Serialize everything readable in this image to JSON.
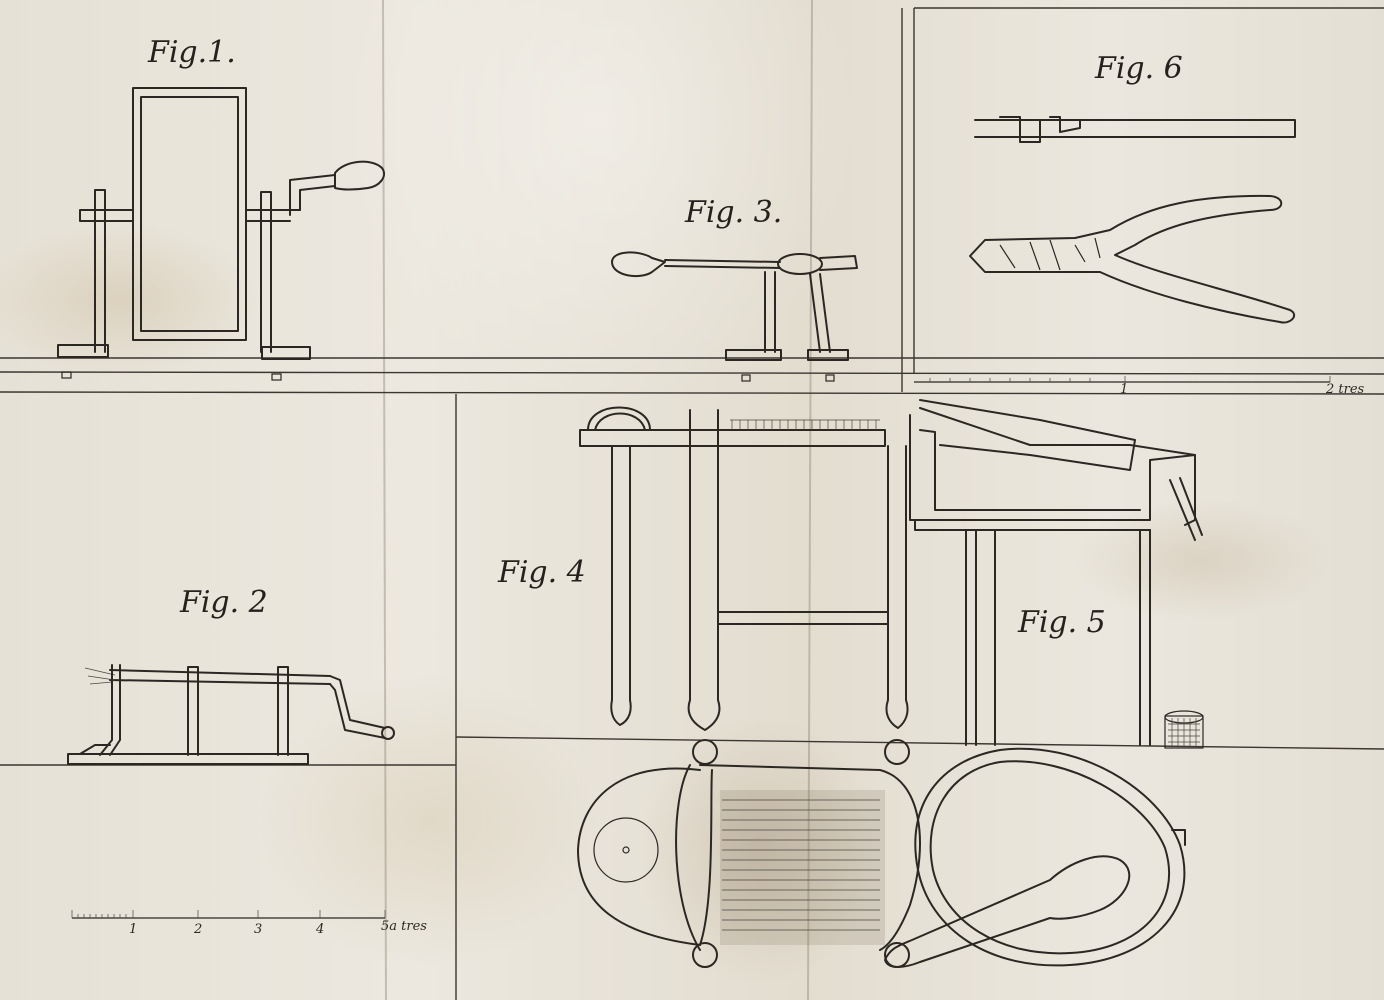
{
  "figures": {
    "fig1": "Fig.1.",
    "fig2": "Fig. 2",
    "fig3": "Fig. 3.",
    "fig4": "Fig. 4",
    "fig5": "Fig. 5",
    "fig6": "Fig. 6"
  },
  "scale_top": {
    "ticks": [
      "1",
      "2 tres"
    ]
  },
  "scale_bottom": {
    "ticks": [
      "1",
      "2",
      "3",
      "4",
      "5a tres"
    ]
  },
  "colors": {
    "paper": "#e9e4d9",
    "ink": "#2b2824"
  }
}
